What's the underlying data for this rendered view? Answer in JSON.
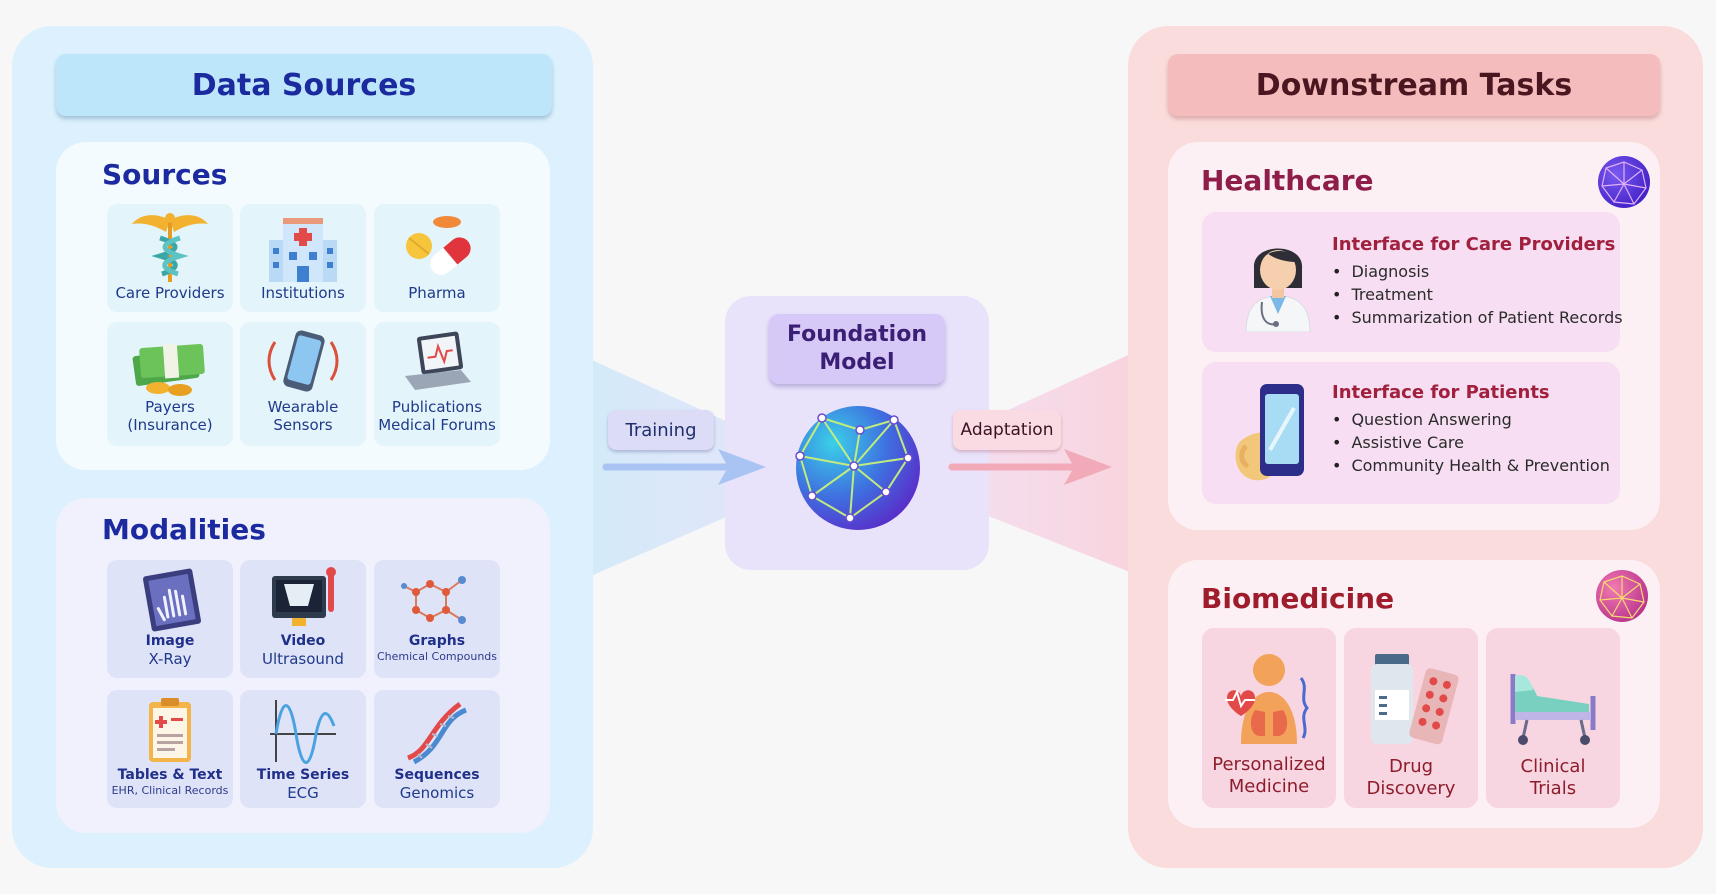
{
  "left": {
    "header": "Data Sources",
    "sources": {
      "title": "Sources",
      "items": [
        {
          "line1": "Care Providers",
          "line2": ""
        },
        {
          "line1": "Institutions",
          "line2": ""
        },
        {
          "line1": "Pharma",
          "line2": ""
        },
        {
          "line1": "Payers",
          "line2": "(Insurance)"
        },
        {
          "line1": "Wearable",
          "line2": "Sensors"
        },
        {
          "line1": "Publications",
          "line2": "Medical Forums"
        }
      ]
    },
    "modalities": {
      "title": "Modalities",
      "items": [
        {
          "type": "Image",
          "sub": "X-Ray"
        },
        {
          "type": "Video",
          "sub": "Ultrasound"
        },
        {
          "type": "Graphs",
          "sub": "Chemical Compounds"
        },
        {
          "type": "Tables & Text",
          "sub": "EHR, Clinical Records"
        },
        {
          "type": "Time Series",
          "sub": "ECG"
        },
        {
          "type": "Sequences",
          "sub": "Genomics"
        }
      ]
    }
  },
  "center": {
    "title_line1": "Foundation",
    "title_line2": "Model",
    "training_label": "Training",
    "adaptation_label": "Adaptation"
  },
  "right": {
    "header": "Downstream Tasks",
    "healthcare": {
      "title": "Healthcare",
      "care_providers": {
        "title": "Interface for Care Providers",
        "items": [
          "Diagnosis",
          "Treatment",
          "Summarization of Patient Records"
        ]
      },
      "patients": {
        "title": "Interface for Patients",
        "items": [
          "Question Answering",
          "Assistive Care",
          "Community Health & Prevention"
        ]
      }
    },
    "biomedicine": {
      "title": "Biomedicine",
      "items": [
        {
          "line1": "Personalized",
          "line2": "Medicine"
        },
        {
          "line1": "Drug",
          "line2": "Discovery"
        },
        {
          "line1": "Clinical",
          "line2": "Trials"
        }
      ]
    }
  },
  "colors": {
    "left_panel": "#dcf1fd",
    "right_panel": "#fbdcdc",
    "center_box": "#e8e2fb",
    "training_arrow": "#a9c4f2",
    "adaptation_arrow": "#f2a9b8"
  }
}
